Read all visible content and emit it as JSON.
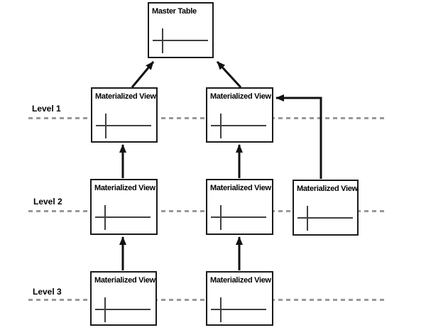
{
  "nodes": {
    "master": {
      "label": "Master Table"
    },
    "mv1_left": {
      "label": "Materialized View"
    },
    "mv1_right": {
      "label": "Materialized View"
    },
    "mv2_left": {
      "label": "Materialized View"
    },
    "mv2_mid": {
      "label": "Materialized View"
    },
    "mv2_right": {
      "label": "Materialized View"
    },
    "mv3_left": {
      "label": "Materialized View"
    },
    "mv3_mid": {
      "label": "Materialized View"
    }
  },
  "levels": [
    {
      "label": "Level 1"
    },
    {
      "label": "Level 2"
    },
    {
      "label": "Level 3"
    }
  ],
  "icons": {
    "node_icon": "table-icon"
  },
  "colors": {
    "background": "#ffffff",
    "box_border": "#1a1a1a",
    "box_fill": "#ffffff",
    "dashed_line": "#999999",
    "arrow": "#111111",
    "table_icon_line": "#404040"
  }
}
